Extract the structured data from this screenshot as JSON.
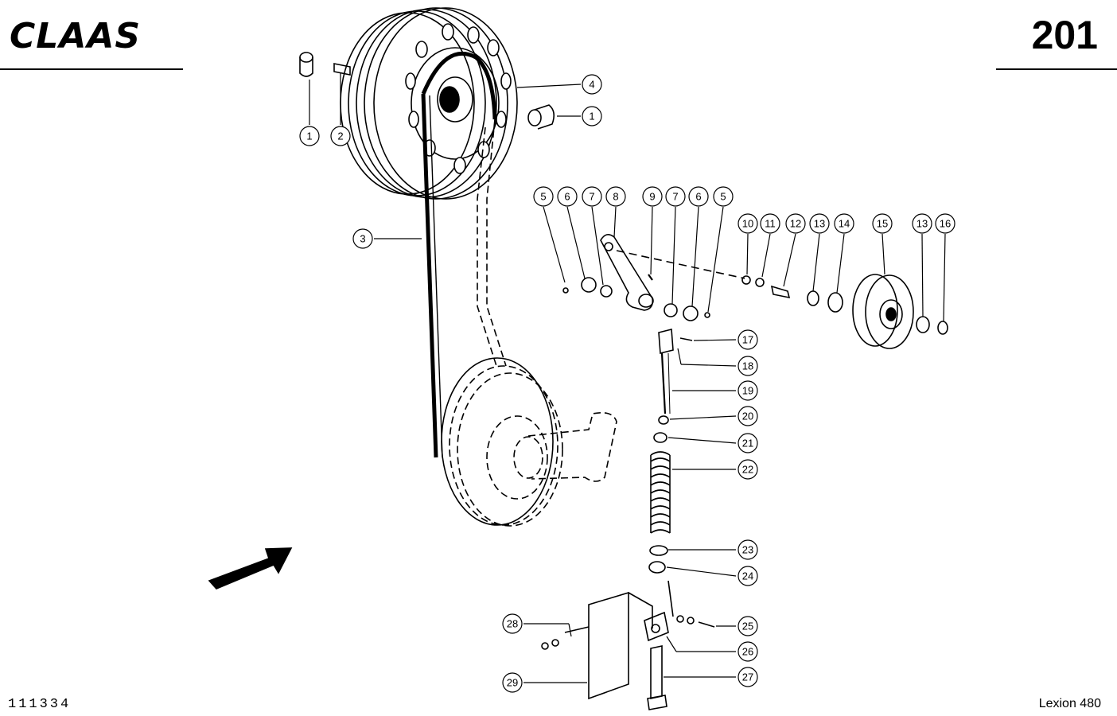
{
  "header": {
    "brand": "CLAAS",
    "page_number": "201"
  },
  "footer": {
    "figure_id": "111334",
    "model": "Lexion 480"
  },
  "callouts": [
    {
      "label": "1"
    },
    {
      "label": "2"
    },
    {
      "label": "4"
    },
    {
      "label": "1"
    },
    {
      "label": "3"
    },
    {
      "label": "5"
    },
    {
      "label": "6"
    },
    {
      "label": "7"
    },
    {
      "label": "8"
    },
    {
      "label": "9"
    },
    {
      "label": "7"
    },
    {
      "label": "6"
    },
    {
      "label": "5"
    },
    {
      "label": "10"
    },
    {
      "label": "11"
    },
    {
      "label": "12"
    },
    {
      "label": "13"
    },
    {
      "label": "14"
    },
    {
      "label": "15"
    },
    {
      "label": "13"
    },
    {
      "label": "16"
    },
    {
      "label": "17"
    },
    {
      "label": "18"
    },
    {
      "label": "19"
    },
    {
      "label": "20"
    },
    {
      "label": "21"
    },
    {
      "label": "22"
    },
    {
      "label": "23"
    },
    {
      "label": "24"
    },
    {
      "label": "25"
    },
    {
      "label": "26"
    },
    {
      "label": "27"
    },
    {
      "label": "28"
    },
    {
      "label": "29"
    }
  ]
}
